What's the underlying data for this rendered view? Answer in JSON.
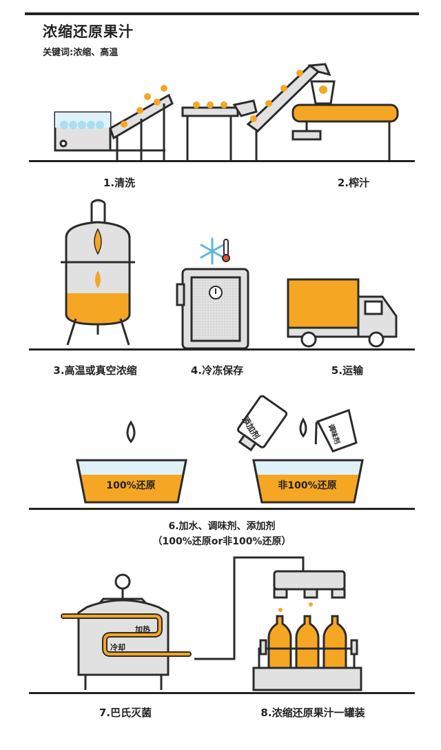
{
  "header": {
    "title": "浓缩还原果汁",
    "keywords": "关键词:浓缩、高温"
  },
  "steps": {
    "s1": "1.清洗",
    "s2": "2.榨汁",
    "s3": "3.高温或真空浓缩",
    "s4": "4.冷冻保存",
    "s5": "5.运输",
    "s6_line1": "6.加水、调味剂、添加剂",
    "s6_line2": "（100%还原or非100%还原）",
    "s7": "7.巴氏灭菌",
    "s8": "8.浓缩还原果汁一罐装"
  },
  "labels": {
    "basin_left": "100%还原",
    "basin_right": "非100%还原",
    "additive": "添加剂",
    "flavoring": "调味剂",
    "heat": "加热",
    "cool": "冷却"
  },
  "colors": {
    "orange": "#F5A623",
    "outline": "#2b2b2b",
    "gray": "#e1e1e1",
    "blue": "#7ec8e3"
  }
}
